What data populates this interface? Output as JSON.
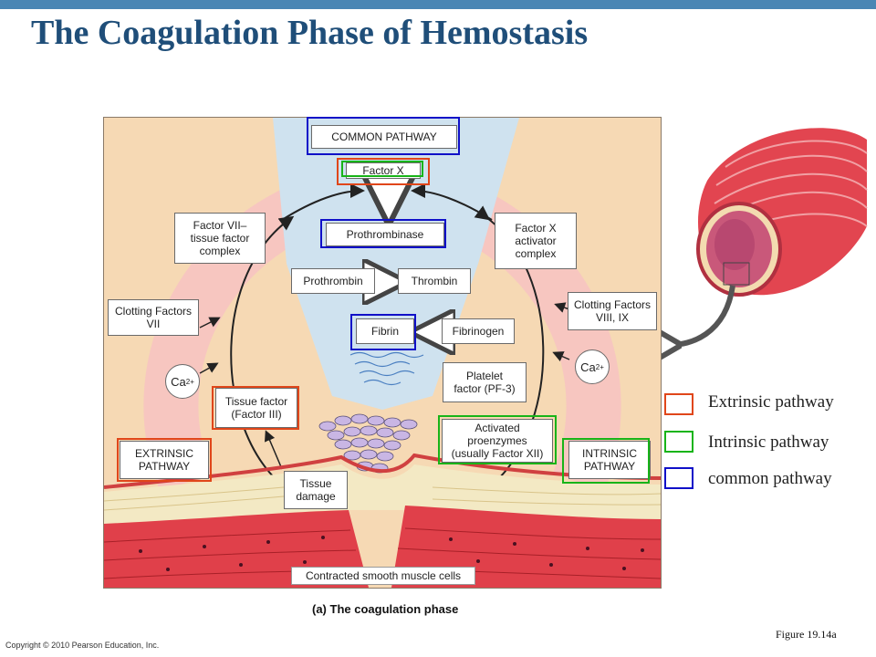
{
  "title": "The Coagulation Phase of Hemostasis",
  "figure": {
    "caption": "(a) The coagulation phase",
    "figure_number": "Figure 19.14a",
    "copyright": "Copyright © 2010 Pearson Education, Inc.",
    "boxes": {
      "common_pathway": "COMMON PATHWAY",
      "factor_x": "Factor X",
      "prothrombinase": "Prothrombinase",
      "prothrombin": "Prothrombin",
      "thrombin": "Thrombin",
      "fibrin": "Fibrin",
      "fibrinogen": "Fibrinogen",
      "factor_vii_complex": "Factor VII–\ntissue factor\ncomplex",
      "factor_x_activator": "Factor X\nactivator\ncomplex",
      "clotting_vii": "Clotting Factors\nVII",
      "clotting_viii_ix": "Clotting Factors\nVIII, IX",
      "ca_left": "Ca",
      "ca_right": "Ca",
      "ca_sup": "2+",
      "tissue_factor": "Tissue factor\n(Factor III)",
      "platelet_factor": "Platelet\nfactor (PF-3)",
      "activated_proenzymes": "Activated\nproenzymes\n(usually Factor XII)",
      "extrinsic": "EXTRINSIC\nPATHWAY",
      "intrinsic": "INTRINSIC\nPATHWAY",
      "tissue_damage": "Tissue\ndamage",
      "smooth_muscle": "Contracted smooth muscle cells"
    }
  },
  "legend": [
    {
      "label": "Extrinsic pathway",
      "color": "#e0461a"
    },
    {
      "label": "Intrinsic pathway",
      "color": "#18b418"
    },
    {
      "label": "common pathway",
      "color": "#1010c8"
    }
  ],
  "colors": {
    "title": "#1f4e79",
    "topbar": "#4a86b4",
    "extrinsic": "#e0461a",
    "intrinsic": "#18b418",
    "common": "#1010c8"
  }
}
